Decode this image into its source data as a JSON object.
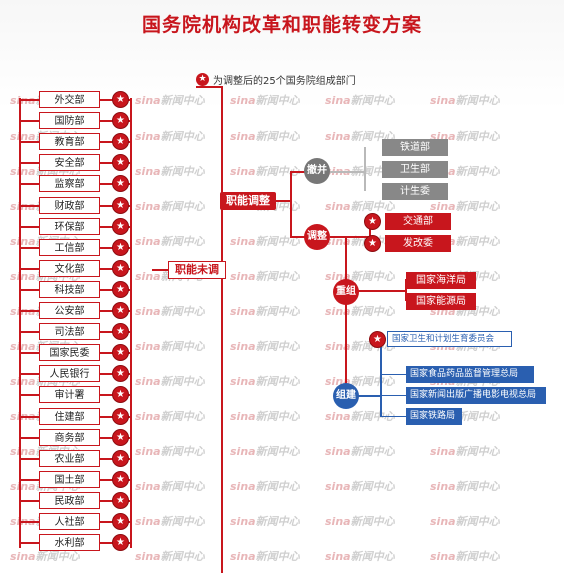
{
  "title": "国务院机构改革和职能转变方案",
  "legend": "为调整后的25个国务院组成部门",
  "watermark": {
    "brand": "sina",
    "text": "新闻中心"
  },
  "colors": {
    "red": "#c8161d",
    "gray": "#888888",
    "blue": "#2a5fb0"
  },
  "icons": {
    "star": "★"
  },
  "left_label": "职能未调",
  "left_depts": [
    "外交部",
    "国防部",
    "教育部",
    "安全部",
    "监察部",
    "财政部",
    "环保部",
    "工信部",
    "文化部",
    "科技部",
    "公安部",
    "司法部",
    "国家民委",
    "人民银行",
    "审计署",
    "住建部",
    "商务部",
    "农业部",
    "国土部",
    "民政部",
    "人社部",
    "水利部"
  ],
  "adjust_label": "职能调整",
  "merge": {
    "label": "撤并",
    "items": [
      "铁道部",
      "卫生部",
      "计生委"
    ]
  },
  "tune": {
    "label": "调整",
    "items": [
      "交通部",
      "发改委"
    ]
  },
  "reorg": {
    "label": "重组",
    "items": [
      "国家海洋局",
      "国家能源局"
    ]
  },
  "form": {
    "label": "组建",
    "starred": "国家卫生和计划生育委员会",
    "items": [
      "国家食品药品监督管理总局",
      "国家新闻出版广播电影电视总局",
      "国家铁路局"
    ]
  }
}
